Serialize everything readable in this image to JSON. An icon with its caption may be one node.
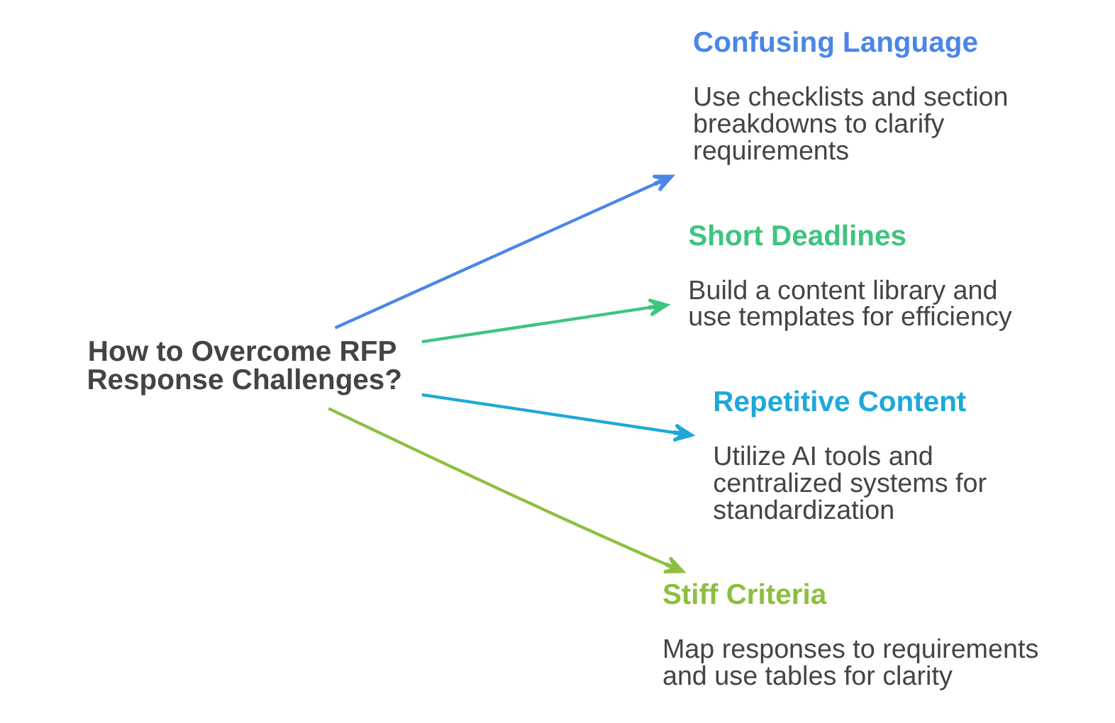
{
  "diagram": {
    "nodes": [
      {
        "text": [
          "How to Overcome RFP Response Challenges?"
        ]
      },
      {
        "text": [
          "Confusing Language",
          "Use checklists and section breakdowns to clarify requirements"
        ]
      },
      {
        "text": [
          "Short Deadlines",
          "Build a content library and use templates for efficiency"
        ]
      },
      {
        "text": [
          "Repetitive Content",
          "Utilize AI tools and centralized systems for standardization"
        ]
      },
      {
        "text": [
          "Stiff Criteria",
          "Map responses to requirements and use tables for clarity"
        ]
      }
    ],
    "edges": [
      {
        "from": 0,
        "to": 1,
        "arrow": "to",
        "color": "#4a86e8"
      },
      {
        "from": 0,
        "to": 2,
        "arrow": "to",
        "color": "#3ec47e"
      },
      {
        "from": 0,
        "to": 3,
        "arrow": "to",
        "color": "#1ea8d8"
      },
      {
        "from": 0,
        "to": 4,
        "arrow": "to",
        "color": "#8cbf3f"
      }
    ]
  }
}
